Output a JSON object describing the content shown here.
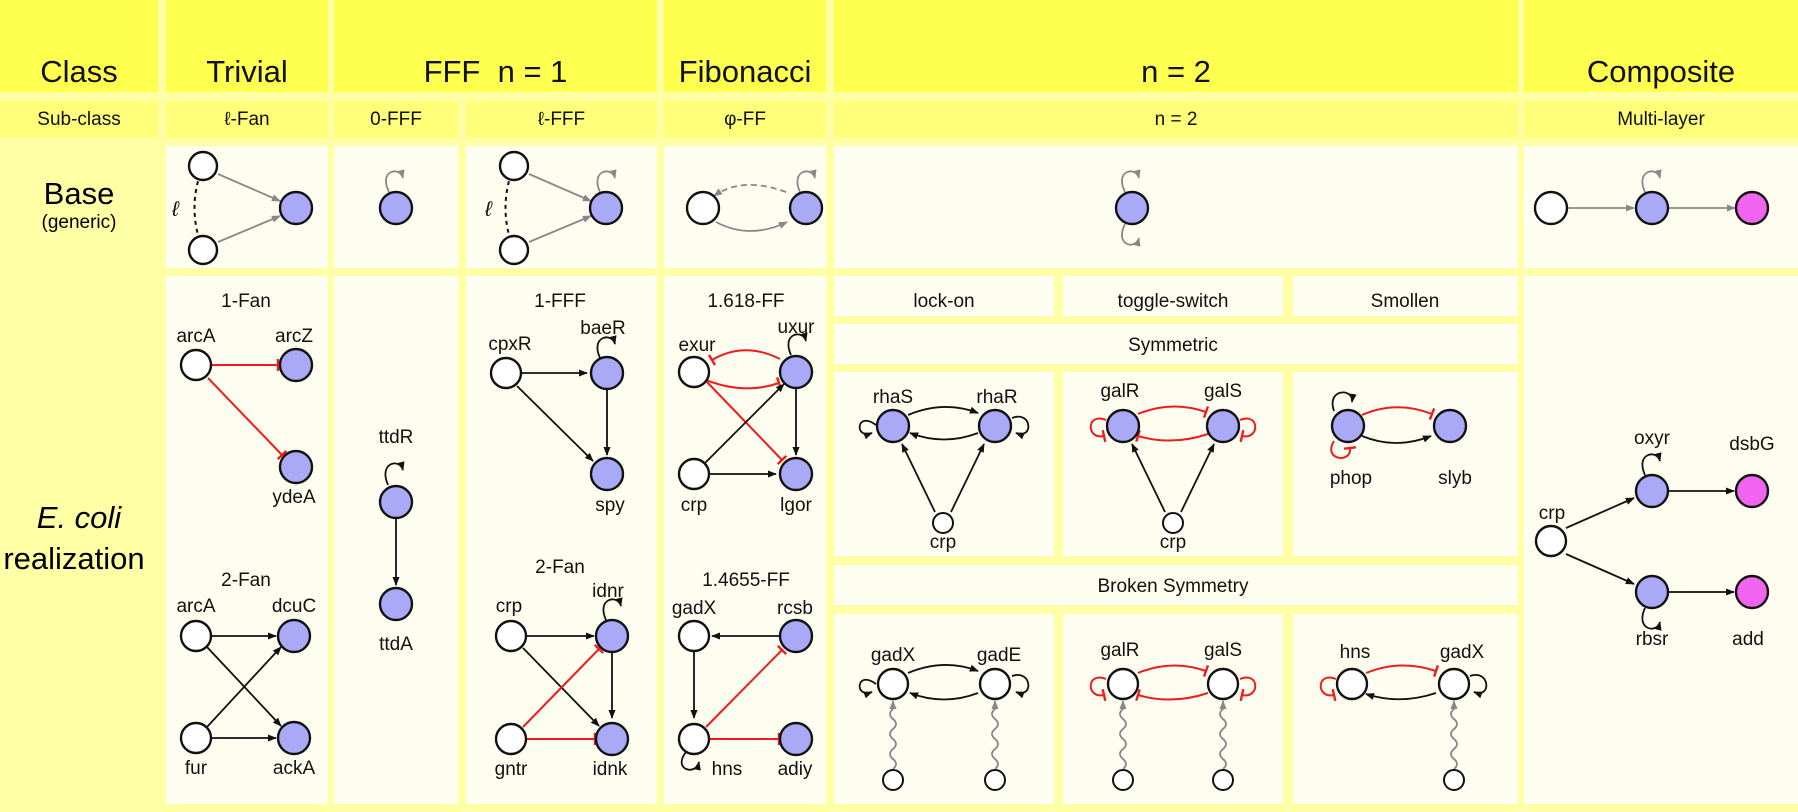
{
  "header": {
    "class": "Class",
    "trivial": "Trivial",
    "fff": "FFF  n = 1",
    "fibonacci": "Fibonacci",
    "n2": "n = 2",
    "composite": "Composite"
  },
  "subheader": {
    "subclass": "Sub-class",
    "lfan": "ℓ-Fan",
    "fff0": "0-FFF",
    "lfff": "ℓ-FFF",
    "phiff": "φ-FF",
    "n2": "n = 2",
    "multilayer": "Multi-layer"
  },
  "rows": {
    "base": "Base",
    "generic": "(generic)",
    "ecoli": "E. coli",
    "realization": "realization"
  },
  "base_labels": {
    "ell": "ℓ"
  },
  "panels": {
    "fan1": {
      "title": "1-Fan",
      "nodes": [
        "arcA",
        "arcZ",
        "ydeA"
      ]
    },
    "fan2": {
      "title": "2-Fan",
      "nodes": [
        "arcA",
        "dcuC",
        "fur",
        "ackA"
      ]
    },
    "fff0": {
      "nodes": [
        "ttdR",
        "ttdA"
      ]
    },
    "fff1": {
      "title": "1-FFF",
      "nodes": [
        "cpxR",
        "baeR",
        "spy"
      ]
    },
    "fff2": {
      "title": "2-Fan",
      "nodes": [
        "crp",
        "idnr",
        "gntr",
        "idnk"
      ]
    },
    "ff1618": {
      "title": "1.618-FF",
      "nodes": [
        "exur",
        "uxur",
        "crp",
        "lgor"
      ]
    },
    "ff14655": {
      "title": "1.4655-FF",
      "nodes": [
        "gadX",
        "rcsb",
        "hns",
        "adiy"
      ]
    },
    "n2": {
      "col_titles": [
        "lock-on",
        "toggle-switch",
        "Smollen"
      ],
      "symmetric": "Symmetric",
      "broken": "Broken Symmetry",
      "lockon_sym": [
        "rhaS",
        "rhaR",
        "crp"
      ],
      "toggle_sym": [
        "galR",
        "galS",
        "crp"
      ],
      "smollen_sym": [
        "phop",
        "slyb"
      ],
      "lockon_brk": [
        "gadX",
        "gadE"
      ],
      "toggle_brk": [
        "galR",
        "galS"
      ],
      "smollen_brk": [
        "hns",
        "gadX"
      ]
    },
    "composite": {
      "nodes": [
        "crp",
        "oxyr",
        "dsbG",
        "rbsr",
        "add"
      ]
    }
  },
  "colors": {
    "header": "#ffff50",
    "subheader": "#ffff7a",
    "panel": "#fefef0",
    "side": "#ffffa6",
    "node_blue": "#a9a9f5",
    "node_pink": "#f064f0",
    "repress": "#ee1c1c",
    "base_edge": "#888888"
  }
}
